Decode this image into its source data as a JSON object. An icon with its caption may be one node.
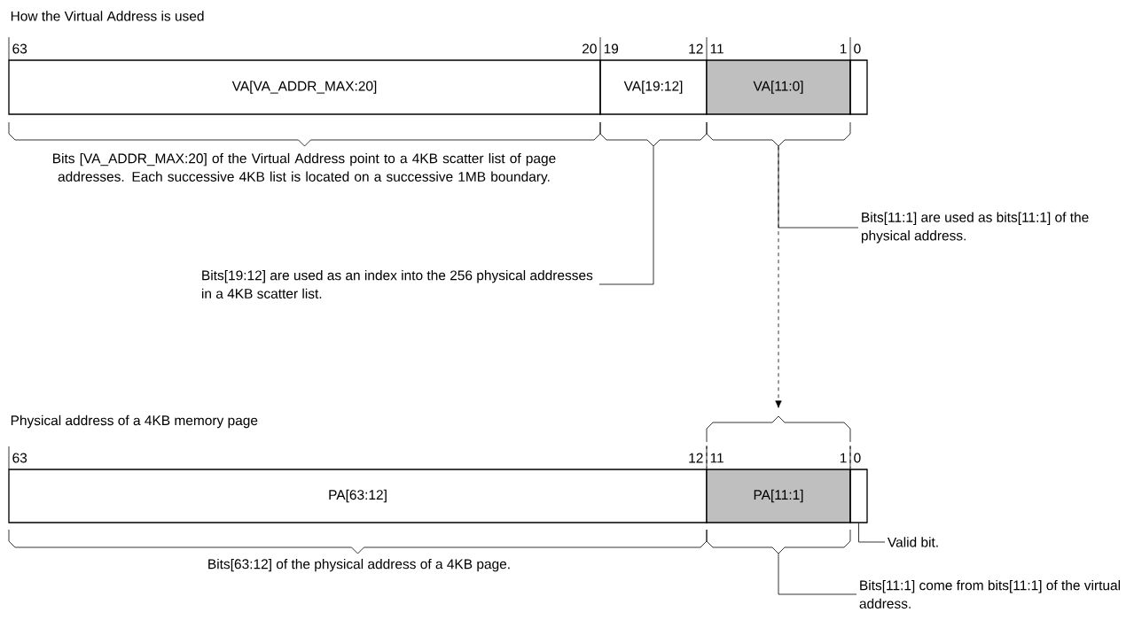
{
  "diagram": {
    "nodes": [
      {
        "text": [
          "VA[VA_ADDR_MAX:20]"
        ],
        "beside": [
          "63",
          "20"
        ]
      },
      {
        "text": [
          "VA[19:12]"
        ],
        "beside": [
          "19",
          "12"
        ]
      },
      {
        "text": [
          "VA[11:0]"
        ],
        "beside": [
          "11",
          "1"
        ]
      },
      {
        "text": [],
        "shape": "box",
        "beside": [
          "0"
        ]
      },
      {
        "text": [],
        "shape": "brace"
      },
      {
        "text": [],
        "shape": "brace"
      },
      {
        "text": [],
        "shape": "brace"
      },
      {
        "text": [
          "Bits [VA_ADDR_MAX:20] of the Virtual Address point to a 4KB scatter list of page addresses. Each successive 4KB list is located on a successive 1MB boundary."
        ]
      },
      {
        "text": [
          "Bits[11:1] are used as bits[11:1] of the physical address."
        ]
      },
      {
        "text": [
          "Bits[19:12] are used as an index into the 256 physical addresses in a 4KB scatter list."
        ]
      },
      {
        "text": [],
        "shape": "brace"
      },
      {
        "text": [
          "PA[63:12]"
        ],
        "beside": [
          "63",
          "12"
        ]
      },
      {
        "text": [
          "PA[11:1]"
        ],
        "beside": [
          "11",
          "1"
        ]
      },
      {
        "text": [],
        "shape": "box",
        "beside": [
          "0"
        ]
      },
      {
        "text": [],
        "shape": "brace"
      },
      {
        "text": [],
        "shape": "brace"
      },
      {
        "text": [
          "Valid bit."
        ]
      },
      {
        "text": [
          "Bits[63:12] of the physical address of a 4KB page."
        ]
      },
      {
        "text": [
          "Bits[11:1] come from bits[11:1] of the virtual address."
        ]
      }
    ],
    "edges": [
      {
        "from": 8,
        "to": 6,
        "arrow": "none"
      },
      {
        "from": 9,
        "to": 5,
        "arrow": "none"
      },
      {
        "from": 6,
        "to": 10,
        "arrow": "to",
        "style": "dashed"
      },
      {
        "from": 16,
        "to": 13,
        "arrow": "none"
      },
      {
        "from": 18,
        "to": 15,
        "arrow": "none"
      }
    ],
    "labels": [
      "How the Virtual Address is used",
      "Physical address of a 4KB memory page"
    ]
  }
}
